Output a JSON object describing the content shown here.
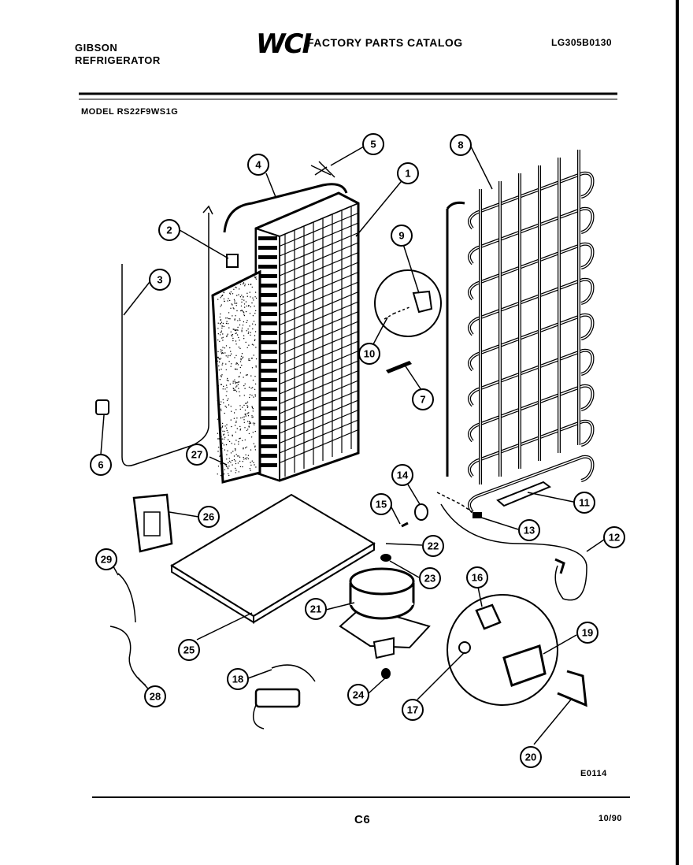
{
  "header": {
    "brand_line1": "GIBSON",
    "brand_line2": "REFRIGERATOR",
    "logo_text": "WCI",
    "catalog_title": "FACTORY PARTS CATALOG",
    "doc_number": "LG305B0130"
  },
  "model_label": "MODEL RS22F9WS1G",
  "diagram_code": "E0114",
  "footer": {
    "page": "C6",
    "date": "10/90"
  },
  "callouts": [
    "1",
    "2",
    "3",
    "4",
    "5",
    "6",
    "7",
    "8",
    "9",
    "10",
    "11",
    "12",
    "13",
    "14",
    "15",
    "16",
    "17",
    "18",
    "19",
    "20",
    "21",
    "22",
    "23",
    "24",
    "25",
    "26",
    "27",
    "28",
    "29"
  ]
}
